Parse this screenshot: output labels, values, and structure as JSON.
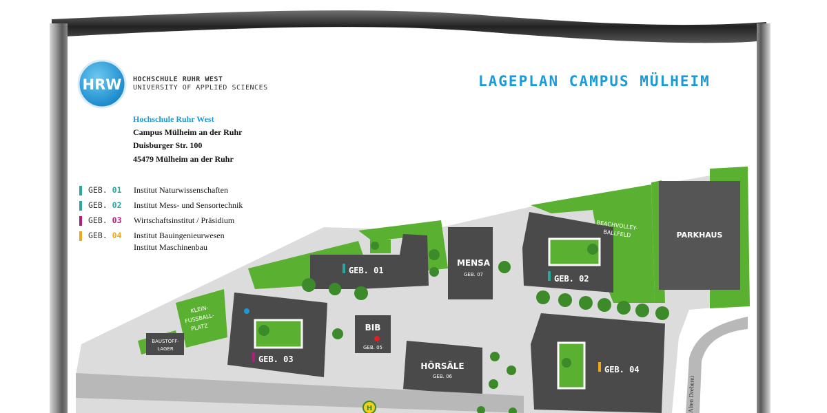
{
  "header": {
    "logo_badge": "HRW",
    "logo_line1": "HOCHSCHULE RUHR WEST",
    "logo_line2": "UNIVERSITY OF APPLIED SCIENCES",
    "title": "LAGEPLAN CAMPUS MÜLHEIM"
  },
  "address": {
    "line1": "Hochschule Ruhr West",
    "line2": "Campus Mülheim an der Ruhr",
    "line3": "Duisburger Str. 100",
    "line4": "45479 Mülheim an der Ruhr"
  },
  "legend": [
    {
      "geb": "GEB.",
      "num": "01",
      "color": "#2aa8a0",
      "name": "Institut Naturwissenschaften"
    },
    {
      "geb": "GEB.",
      "num": "02",
      "color": "#2aa8a0",
      "name": "Institut Mess- und Sensortechnik"
    },
    {
      "geb": "GEB.",
      "num": "03",
      "color": "#b01e7e",
      "name": "Wirtschaftsinstitut / Präsidium"
    },
    {
      "geb": "GEB.",
      "num": "04",
      "color": "#f0a818",
      "name": "Institut Bauingenieurwesen",
      "name2": "Institut Maschinenbau"
    }
  ],
  "map": {
    "geb01": "GEB. 01",
    "geb02": "GEB. 02",
    "geb03": "GEB. 03",
    "geb04": "GEB. 04",
    "mensa": "MENSA",
    "mensa_sub": "GEB. 07",
    "bib": "BIB",
    "bib_sub": "GEB. 05",
    "hoersaele": "HÖRSÄLE",
    "hoersaele_sub": "GEB. 06",
    "parkhaus": "PARKHAUS",
    "beach1": "BEACHVOLLEY-",
    "beach2": "BALLFELD",
    "klein1": "KLEIN-",
    "klein2": "FUSSBALL-",
    "klein3": "PLATZ",
    "baustoff1": "BAUSTOFF-",
    "baustoff2": "LAGER",
    "street": "Alten Dreherei",
    "bus_symbol": "H"
  },
  "colors": {
    "accent": "#1a9ad6",
    "building": "#4a4a4a",
    "green": "#5ab030",
    "tree": "#3d8a2a",
    "paving": "#dcdcdc",
    "road": "#b8b8b8"
  }
}
